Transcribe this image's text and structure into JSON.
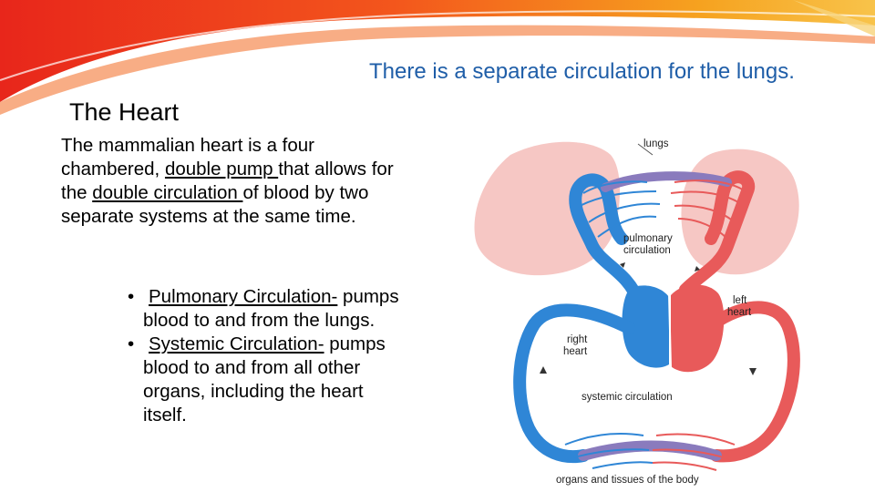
{
  "slide": {
    "title": "The Heart",
    "subtitle": "There is a separate circulation for the lungs.",
    "intro": {
      "part1": "The mammalian heart is a  four chambered, ",
      "link1": "double pump ",
      "part2": "that allows for the ",
      "link2": "double circulation ",
      "part3": "of blood by two separate systems at the same time."
    },
    "bullets": [
      {
        "marker": "•",
        "heading": "Pulmonary Circulation-",
        "text": " pumps blood to and from the lungs."
      },
      {
        "marker": "•",
        "heading": "Systemic Circulation-",
        "text": " pumps blood to and from all other organs, including the heart itself."
      }
    ]
  },
  "diagram": {
    "labels": {
      "lungs": "lungs",
      "pulmonary_1": "pulmonary",
      "pulmonary_2": "circulation",
      "left_1": "left",
      "left_2": "heart",
      "right_1": "right",
      "right_2": "heart",
      "systemic": "systemic circulation",
      "organs": "organs and tissues of the body"
    },
    "colors": {
      "oxygenated": "#e85a5a",
      "deoxygenated": "#2f86d6",
      "lung": "#f6c7c4",
      "banner_red": "#e8261b",
      "banner_orange": "#f6a21f"
    }
  }
}
